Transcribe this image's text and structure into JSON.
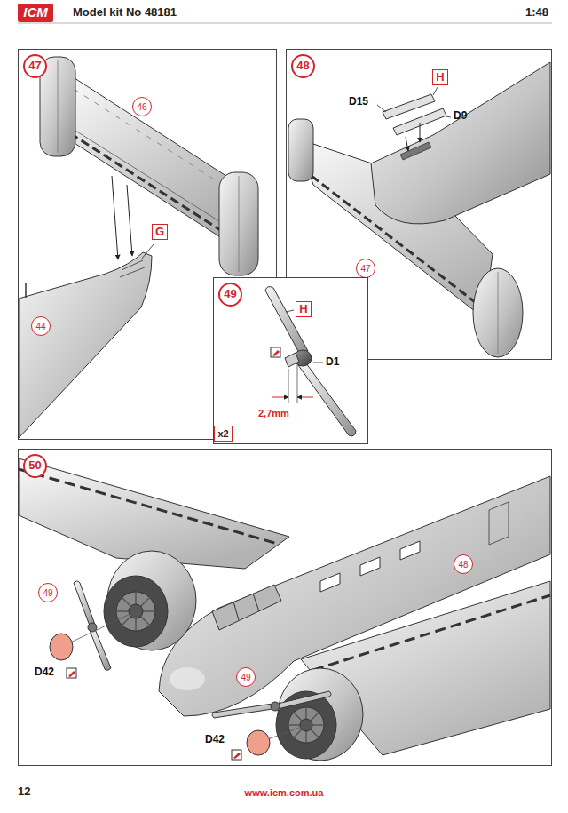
{
  "diagram": {
    "nodes": [
      {
        "text": [
          "ICM"
        ]
      },
      {
        "text": [
          "47"
        ]
      },
      {
        "text": [
          "46"
        ],
        "in": 1
      },
      {
        "text": [
          "G"
        ],
        "in": 1
      },
      {
        "text": [
          "44"
        ],
        "in": 1
      },
      {
        "text": [
          "48"
        ]
      },
      {
        "text": [
          "H"
        ],
        "in": 5
      },
      {
        "text": [
          "47"
        ],
        "in": 5
      },
      {
        "text": [
          "49"
        ]
      },
      {
        "text": [
          "H"
        ],
        "in": 8
      },
      {
        "text": [
          "x2"
        ],
        "in": 8
      },
      {
        "text": [
          "50"
        ]
      },
      {
        "text": [
          "48"
        ],
        "in": 11
      },
      {
        "text": [
          "49"
        ],
        "in": 11
      },
      {
        "text": [
          "49"
        ],
        "in": 11
      }
    ],
    "labels": [
      "Model kit No 48181",
      "1:48",
      "D15",
      "D9",
      "D1",
      "2,7mm",
      "D42",
      "D42",
      "12",
      "www.icm.com.ua"
    ]
  }
}
